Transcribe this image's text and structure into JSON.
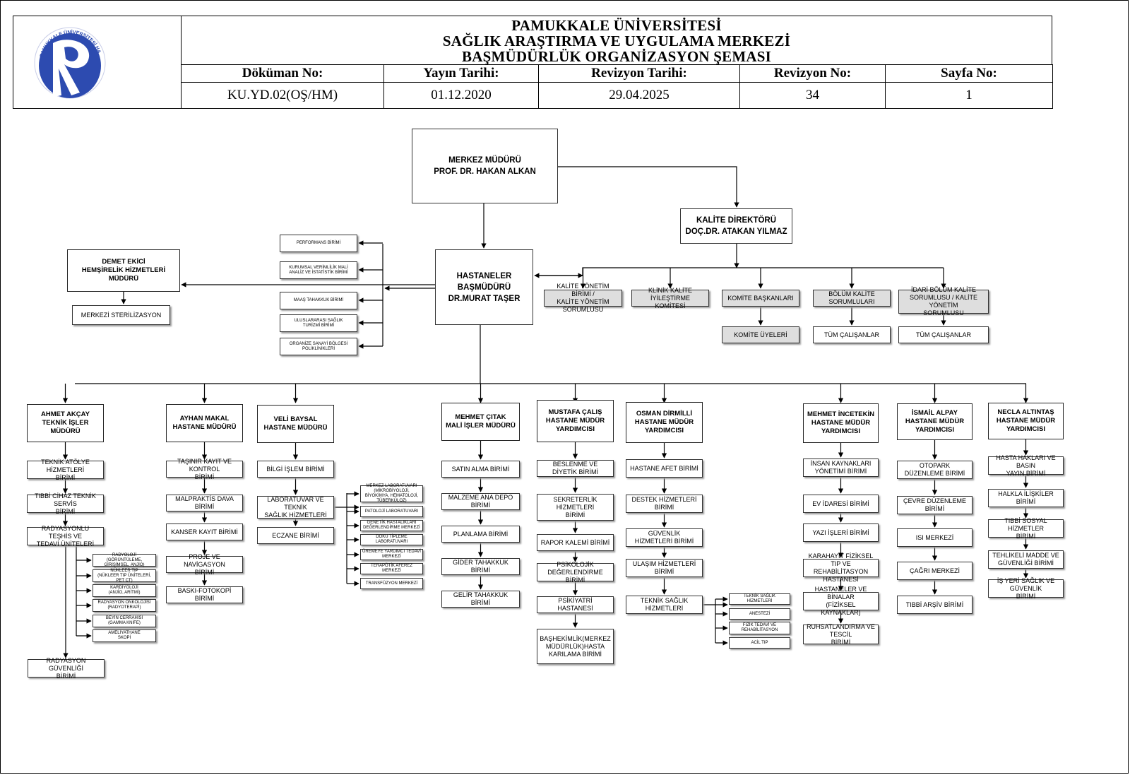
{
  "header": {
    "title_lines": [
      "PAMUKKALE ÜNİVERSİTESİ",
      "SAĞLIK ARAŞTIRMA VE UYGULAMA MERKEZİ",
      "BAŞMÜDÜRLÜK ORGANİZASYON ŞEMASI"
    ],
    "logo_text": "PAMUKKALE ÜNİVERSİTESİ HASTANELERİ",
    "logo_color": "#2d4bb0",
    "columns": [
      {
        "label": "Döküman  No:",
        "value": "KU.YD.02(OŞ/HM)"
      },
      {
        "label": "Yayın Tarihi:",
        "value": "01.12.2020"
      },
      {
        "label": "Revizyon Tarihi:",
        "value": "29.04.2025"
      },
      {
        "label": "Revizyon No:",
        "value": "34"
      },
      {
        "label": "Sayfa No:",
        "value": "1"
      }
    ]
  },
  "chart": {
    "director": "MERKEZ MÜDÜRÜ\nPROF. DR. HAKAN ALKAN",
    "quality_director": "KALİTE DİREKTÖRÜ\nDOÇ.DR. ATAKAN YILMAZ",
    "chief_manager": "HASTANELER BAŞMÜDÜRÜ\nDR.MURAT TAŞER",
    "nursing_manager": "DEMET EKİCİ\nHEMŞİRELİK HİZMETLERİ MÜDÜRÜ",
    "central_sterilization": "MERKEZİ STERİLİZASYON",
    "staff_units": [
      "PERFORMANS BİRİMİ",
      "KURUMSAL VERİMLİLİK MALİ\nANALİZ VE İSTATİSTİK BİRİMİ",
      "MAAŞ TAHAKKUK BİRİMİ",
      "ULUSLARARASI SAĞLIK\nTURİZMİ BİRİMİ",
      "ORGANİZE SANAYİ BÖLGESİ\nPOLİKLİNİKLERİ"
    ],
    "quality_units": [
      "KALİTE YÖNETİM BİRİMİ /\nKALİTE YÖNETİM SORUMLUSU",
      "KLİNİK KALİTE İYİLEŞTİRME\nKOMİTESİ",
      "KOMİTE BAŞKANLARI",
      "BÖLÜM KALİTE SORUMLULARI",
      "İDARİ BÖLÜM KALİTE\nSORUMLUSU / KALİTE YÖNETİM\nSORUMLUSU"
    ],
    "quality_subunits": [
      "KOMİTE ÜYELERİ",
      "TÜM ÇALIŞANLAR",
      "TÜM ÇALIŞANLAR"
    ],
    "columns": [
      {
        "manager": "AHMET AKÇAY\nTEKNİK İŞLER MÜDÜRÜ",
        "units": [
          "TEKNİK ATÖLYE HİZMETLERİ\nBİRİMİ",
          "TIBBİ CİHAZ TEKNİK SERVİS\nBİRİMİ",
          "RADYASYONLU TEŞHİS VE\nTEDAVİ ÜNİTELERİ"
        ],
        "subunits": [
          "RADYOLOJİ\n(GÖRÜNTÜLEME, GİRİŞİMSEL, ANJİO)",
          "NÜKLEER TIP\n(NÜKLEER TIP ÜNİTELERİ, PET CT)",
          "KARDİYOLOJİ\n(ANJİO, ARİTMİ)",
          "RADYASYON ONKOLOJİSİ\n(RADYOTERAPİ)",
          "BEYİN CERRAHİSİ\n(GAMMA KNİFE)",
          "AMELİYATHANE\nSKOPİ"
        ],
        "extra": "RADYASYON GÜVENLİĞİ\nBİRİMİ"
      },
      {
        "manager": "AYHAN MAKAL\nHASTANE MÜDÜRÜ",
        "units": [
          "TAŞINIR KAYIT VE KONTROL\nBİRİMİ",
          "MALPRAKTİS DAVA BİRİMİ",
          "KANSER KAYIT BİRİMİ",
          "PROJE VE NAVİGASYON\nBİRİMİ",
          "BASKI-FOTOKOPİ BİRİMİ"
        ]
      },
      {
        "manager": "VELİ BAYSAL\nHASTANE MÜDÜRÜ",
        "units": [
          "BİLGİ İŞLEM BİRİMİ",
          "LABORATUVAR VE TEKNİK\nSAĞLIK HİZMETLERİ",
          "ECZANE BİRİMİ"
        ],
        "subunits": [
          "MERKEZ LABORATUVARI\n(MİKROBİYOLOJİ, BİYOKİMYA, HEMATOLOJİ, TÜBERKÜLOZ)",
          "PATOLOJİ LABORATUVARI",
          "GENETİK HASTALIKLARI\nDEĞERLENDİRME MERKEZİ",
          "DOKU TİPLEME\nLABORATUVARI",
          "ÜREMEYE YARDIMCI TEDAVİ\nMERKEZİ",
          "TERAPÖTİK AFEREZ MERKEZİ",
          "TRANSFÜZYON MERKEZİ"
        ]
      },
      {
        "manager": "MEHMET ÇITAK\nMALİ İŞLER MÜDÜRÜ",
        "units": [
          "SATIN ALMA BİRİMİ",
          "MALZEME ANA DEPO BİRİMİ",
          "PLANLAMA BİRİMİ",
          "GİDER TAHAKKUK BİRİMİ",
          "GELİR TAHAKKUK BİRİMİ"
        ]
      },
      {
        "manager": "MUSTAFA ÇALIŞ\nHASTANE MÜDÜR\nYARDIMCISI",
        "units": [
          "BESLENME VE DİYETİK BİRİMİ",
          "SEKRETERLİK HİZMETLERİ\nBİRİMİ",
          "RAPOR KALEMİ BİRİMİ",
          "PSİKOLOJİK DEĞERLENDİRME\nBİRİMİ",
          "PSİKİYATRİ HASTANESİ",
          "BAŞHEKİMLİK(MERKEZ\nMÜDÜRLÜK)HASTA\nKARILAMA BİRİMİ"
        ]
      },
      {
        "manager": "OSMAN DİRMİLLİ\nHASTANE MÜDÜR\nYARDIMCISI",
        "units": [
          "HASTANE AFET BİRİMİ",
          "DESTEK HİZMETLERİ BİRİMİ",
          "GÜVENLİK HİZMETLERİ BİRİMİ",
          "ULAŞIM HİZMETLERİ BİRİMİ",
          "TEKNİK SAĞLIK HİZMETLERİ"
        ],
        "subunits": [
          "TEKNİK SAĞLIK HİZMETLERİ",
          "ANESTEZİ",
          "FİZİK TEDAVİ VE\nREHABİLİTASYON",
          "ACİL TIP"
        ]
      },
      {
        "manager": "MEHMET İNCETEKİN\nHASTANE MÜDÜR\nYARDIMCISI",
        "units": [
          "İNSAN KAYNAKLARI\nYÖNETİMİ BİRİMİ",
          "EV İDARESİ BİRİMİ",
          "YAZI İŞLERİ BİRİMİ",
          "KARAHAYIT FİZİKSEL TIP VE\nREHABİLİTASYON HASTANESİ",
          "HASTANELER VE BİNALAR\n(FİZİKSEL KAYNAKLAR)",
          "RUHSATLANDIRMA VE TESCİL\nBİRİMİ"
        ]
      },
      {
        "manager": "İSMAİL ALPAY\nHASTANE MÜDÜR\nYARDIMCISI",
        "units": [
          "OTOPARK DÜZENLEME BİRİMİ",
          "ÇEVRE DÜZENLEME BİRİMİ",
          "ISI MERKEZİ",
          "ÇAĞRI MERKEZİ",
          "TIBBİ ARŞİV BİRİMİ"
        ]
      },
      {
        "manager": "NECLA ALTINTAŞ\nHASTANE MÜDÜR\nYARDIMCISI",
        "units": [
          "HASTA HAKLARI VE BASIN\nYAYIN BİRİMİ",
          "HALKLA İLİŞKİLER BİRİMİ",
          "TIBBİ SOSYAL HİZMETLER\nBİRİMİ",
          "TEHLİKELİ MADDE VE\nGÜVENLİĞİ BİRİMİ",
          "İŞ YERİ SAĞLIK VE GÜVENLİK\nBİRİMİ"
        ]
      }
    ]
  }
}
